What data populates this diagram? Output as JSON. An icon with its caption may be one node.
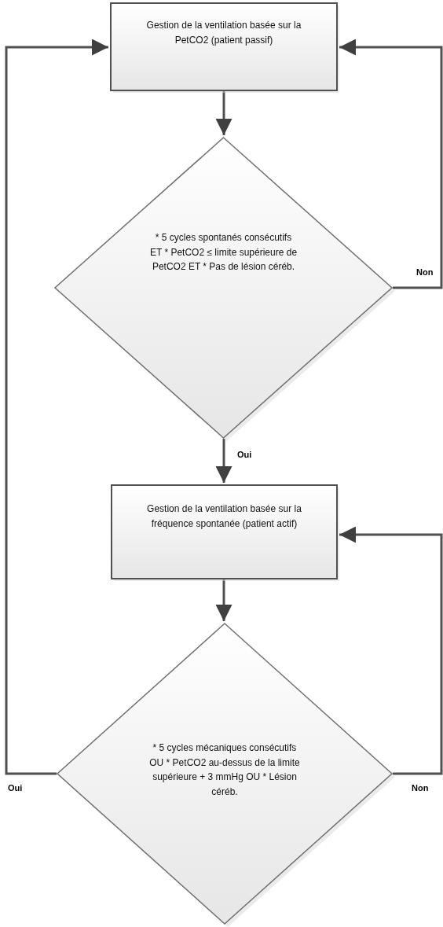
{
  "diagram": {
    "nodes": [
      {
        "text": [
          "Gestion de la ventilation basée sur la PetCO2 (patient passif)"
        ]
      },
      {
        "text": [
          "* 5 cycles spontanés consécutifs ET * PetCO2 ≤ limite supérieure de PetCO2 ET * Pas de lésion céréb."
        ]
      },
      {
        "text": [
          "Gestion de la ventilation basée sur la fréquence spontanée (patient actif)"
        ]
      },
      {
        "text": [
          "* 5 cycles mécaniques consécutifs OU * PetCO2 au-dessus de la limite supérieure + 3 mmHg OU * Lésion céréb."
        ]
      }
    ],
    "edges": [
      {
        "from": 0,
        "to": 1,
        "arrow": "to"
      },
      {
        "from": 1,
        "to": 2,
        "arrow": "to",
        "label": "Oui"
      },
      {
        "from": 1,
        "to": 0,
        "arrow": "to",
        "label": "Non"
      },
      {
        "from": 2,
        "to": 3,
        "arrow": "to"
      },
      {
        "from": 3,
        "to": 0,
        "arrow": "to",
        "label": "Oui"
      },
      {
        "from": 3,
        "to": 2,
        "arrow": "to",
        "label": "Non"
      }
    ]
  }
}
